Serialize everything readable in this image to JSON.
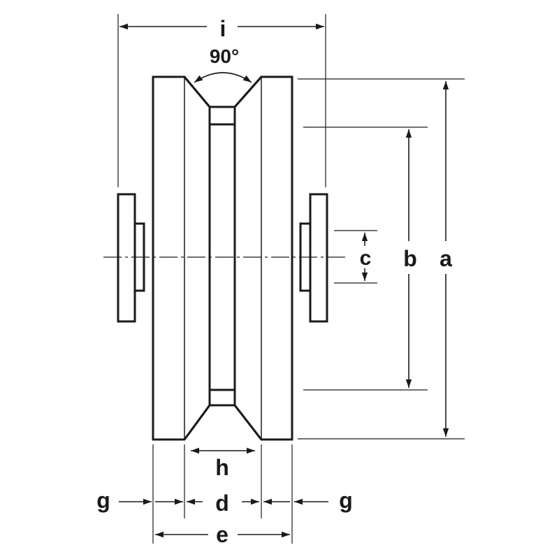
{
  "labels": {
    "i": "i",
    "angle": "90°",
    "a": "a",
    "b": "b",
    "c": "c",
    "h": "h",
    "d": "d",
    "e": "e",
    "g_left": "g",
    "g_right": "g"
  },
  "colors": {
    "ink": "#1a1a1a",
    "background": "#ffffff"
  }
}
